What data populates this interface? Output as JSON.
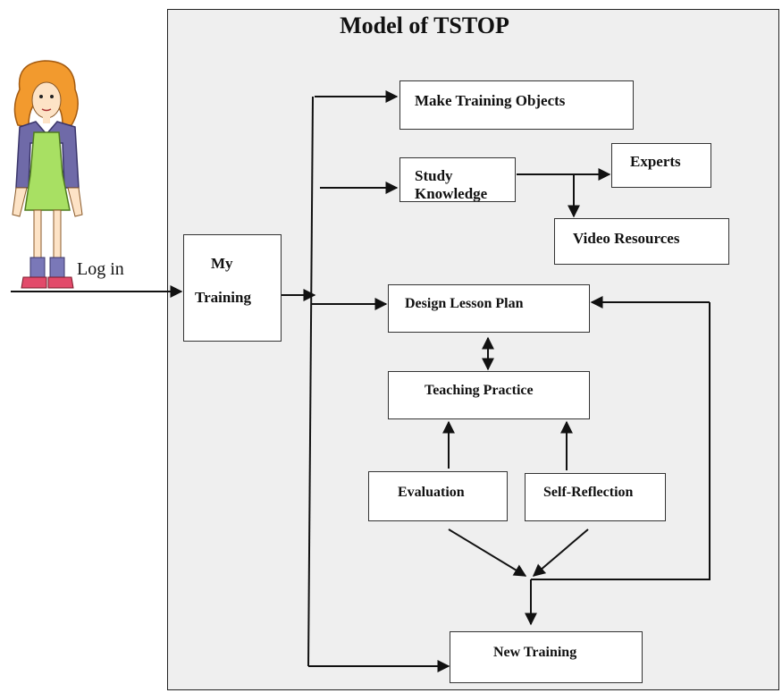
{
  "title": "Model of TSTOP",
  "login_label": "Log in",
  "nodes": {
    "my_training_line1": "My",
    "my_training_line2": "Training",
    "make_training_objects": "Make Training Objects",
    "study_knowledge": "Study Knowledge",
    "experts": "Experts",
    "video_resources": "Video Resources",
    "design_lesson_plan": "Design Lesson Plan",
    "teaching_practice": "Teaching Practice",
    "evaluation": "Evaluation",
    "self_reflection": "Self-Reflection",
    "new_training": "New Training"
  },
  "colors": {
    "panel": "#efefef",
    "box": "#ffffff",
    "line": "#111111"
  },
  "icons": [
    "girl-figure-icon"
  ]
}
